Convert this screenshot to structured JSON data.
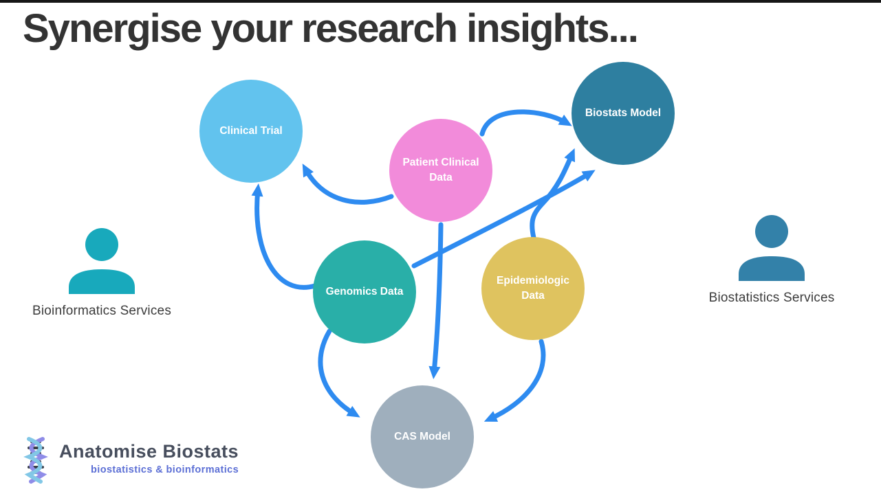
{
  "title": "Synergise your research insights...",
  "nodes": {
    "clinical_trial": {
      "label": "Clinical Trial",
      "color": "#62c3ee"
    },
    "patient_clinical_data": {
      "label": "Patient Clinical Data",
      "color": "#f28bda"
    },
    "biostats_model": {
      "label": "Biostats Model",
      "color": "#2e7fa0"
    },
    "genomics_data": {
      "label": "Genomics Data",
      "color": "#29afa8"
    },
    "epidemiologic_data": {
      "label": "Epidemiologic Data",
      "color": "#dfc35f"
    },
    "cas_model": {
      "label": "CAS Model",
      "color": "#9fafbd"
    }
  },
  "edges": [
    {
      "from": "Genomics Data",
      "to": "Clinical Trial"
    },
    {
      "from": "Patient Clinical Data",
      "to": "Clinical Trial"
    },
    {
      "from": "Patient Clinical Data",
      "to": "Biostats Model"
    },
    {
      "from": "Genomics Data",
      "to": "Biostats Model"
    },
    {
      "from": "Epidemiologic Data",
      "to": "Biostats Model"
    },
    {
      "from": "Patient Clinical Data",
      "to": "CAS Model"
    },
    {
      "from": "Genomics Data",
      "to": "CAS Model"
    },
    {
      "from": "Epidemiologic Data",
      "to": "CAS Model"
    }
  ],
  "edge_color": "#2e8bf0",
  "actors": {
    "bioinformatics": {
      "label": "Bioinformatics Services",
      "color": "#18a9bc"
    },
    "biostatistics": {
      "label": "Biostatistics Services",
      "color": "#3381a9"
    }
  },
  "logo": {
    "name": "Anatomise Biostats",
    "tagline": "biostatistics & bioinformatics"
  }
}
